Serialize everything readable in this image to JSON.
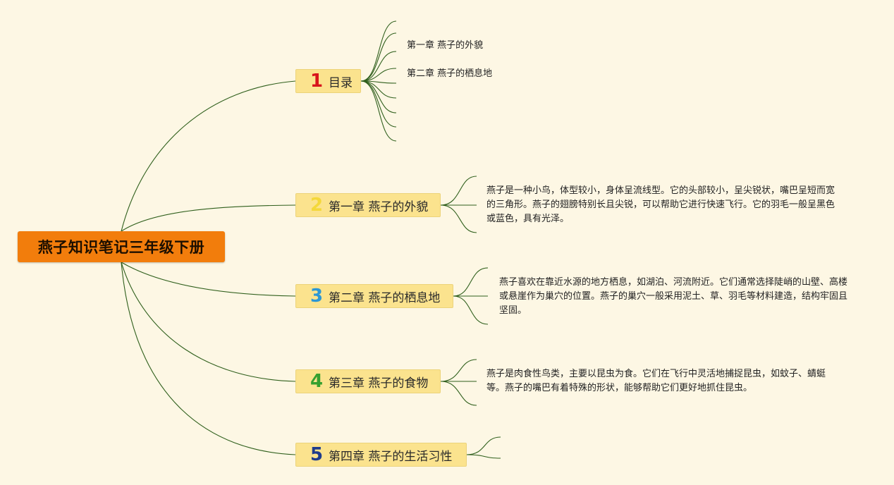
{
  "root": {
    "title": "燕子知识笔记三年级下册"
  },
  "colors": {
    "background": "#fdf7e4",
    "root_fill": "#f27d0c",
    "branch_fill": "#fbe38e",
    "connector": "#2f5f1c"
  },
  "branches": [
    {
      "number": "1",
      "number_color": "#d8141b",
      "label": "目录",
      "children": [
        "第一章 燕子的外貌",
        "第二章 燕子的栖息地"
      ]
    },
    {
      "number": "2",
      "number_color": "#f4d83a",
      "label": "第一章 燕子的外貌",
      "text": "燕子是一种小鸟，体型较小，身体呈流线型。它的头部较小，呈尖锐状，嘴巴呈短而宽的三角形。燕子的翅膀特别长且尖锐，可以帮助它进行快速飞行。它的羽毛一般呈黑色或蓝色，具有光泽。"
    },
    {
      "number": "3",
      "number_color": "#2d97d4",
      "label": "第二章 燕子的栖息地",
      "text": "燕子喜欢在靠近水源的地方栖息，如湖泊、河流附近。它们通常选择陡峭的山壁、高楼或悬崖作为巢穴的位置。燕子的巢穴一般采用泥土、草、羽毛等材料建造，结构牢固且坚固。"
    },
    {
      "number": "4",
      "number_color": "#36a02f",
      "label": "第三章 燕子的食物",
      "text": "燕子是肉食性鸟类，主要以昆虫为食。它们在飞行中灵活地捕捉昆虫，如蚊子、蜻蜓等。燕子的嘴巴有着特殊的形状，能够帮助它们更好地抓住昆虫。"
    },
    {
      "number": "5",
      "number_color": "#1f3c8c",
      "label": "第四章 燕子的生活习性"
    }
  ]
}
